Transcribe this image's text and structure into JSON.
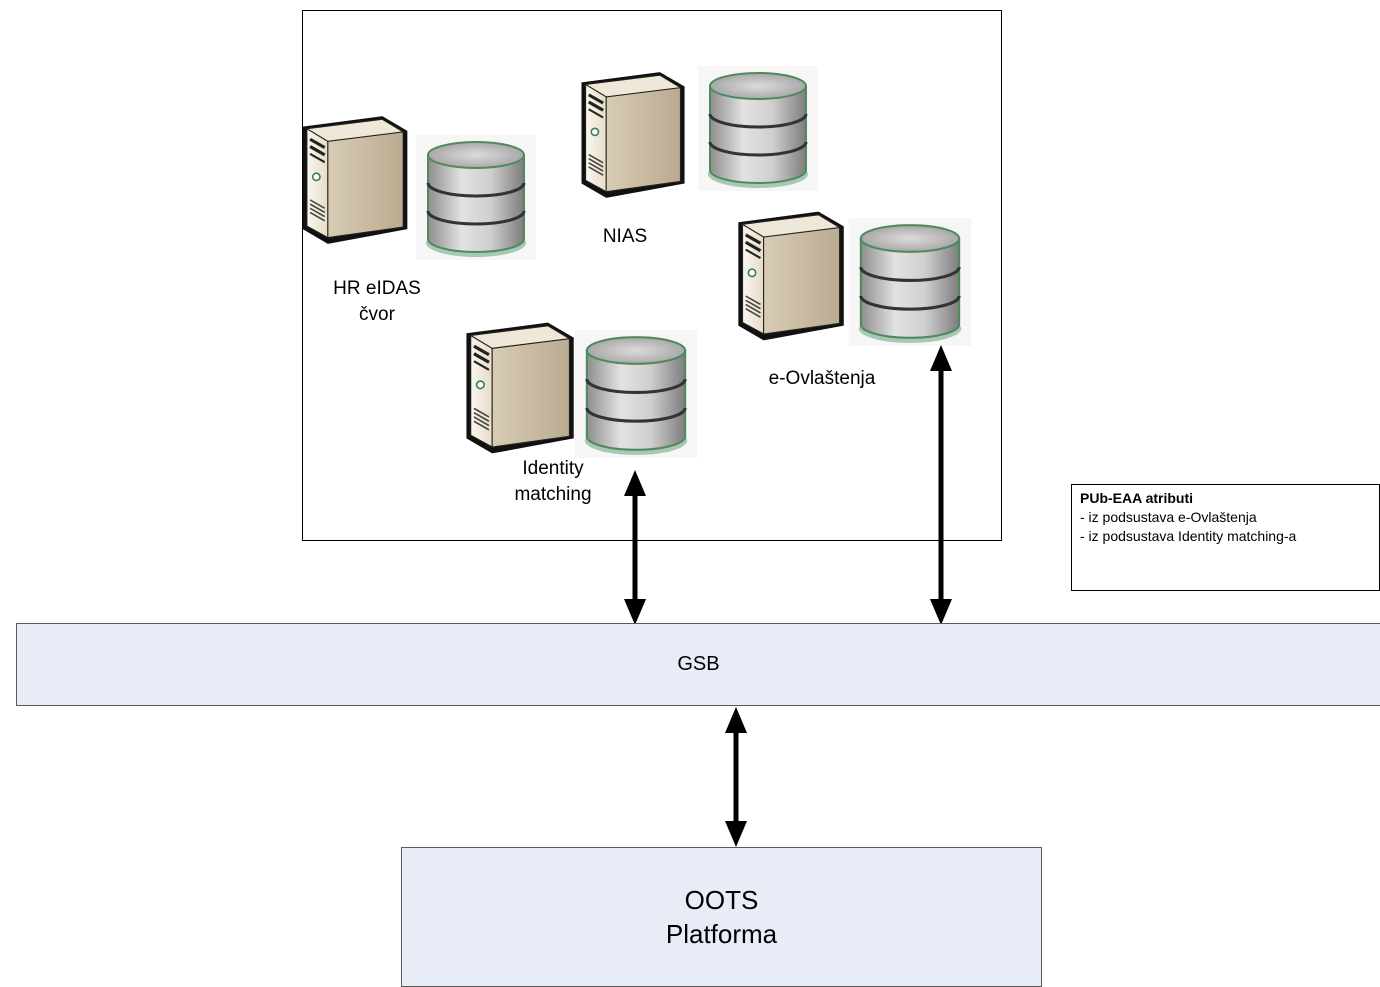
{
  "systems_box": {
    "nodes": [
      {
        "id": "hr-eidas",
        "label_line1": "HR eIDAS",
        "label_line2": "čvor"
      },
      {
        "id": "nias",
        "label": "NIAS"
      },
      {
        "id": "e-ovlastenja",
        "label": "e-Ovlaštenja"
      },
      {
        "id": "identity-matching",
        "label_line1": "Identity",
        "label_line2": "matching"
      }
    ]
  },
  "note": {
    "title": "PUb-EAA atributi",
    "lines": [
      "- iz podsustava e-Ovlaštenja",
      "- iz podsustava Identity matching-a"
    ]
  },
  "gsb": {
    "label": "GSB"
  },
  "platform": {
    "line1": "OOTS",
    "line2": "Platforma"
  },
  "icons": [
    "server-icon",
    "database-icon",
    "double-arrow-icon"
  ],
  "colors": {
    "band_fill": "#e7ecf7",
    "band_border": "#5a5a5a",
    "arrow": "#000000"
  }
}
